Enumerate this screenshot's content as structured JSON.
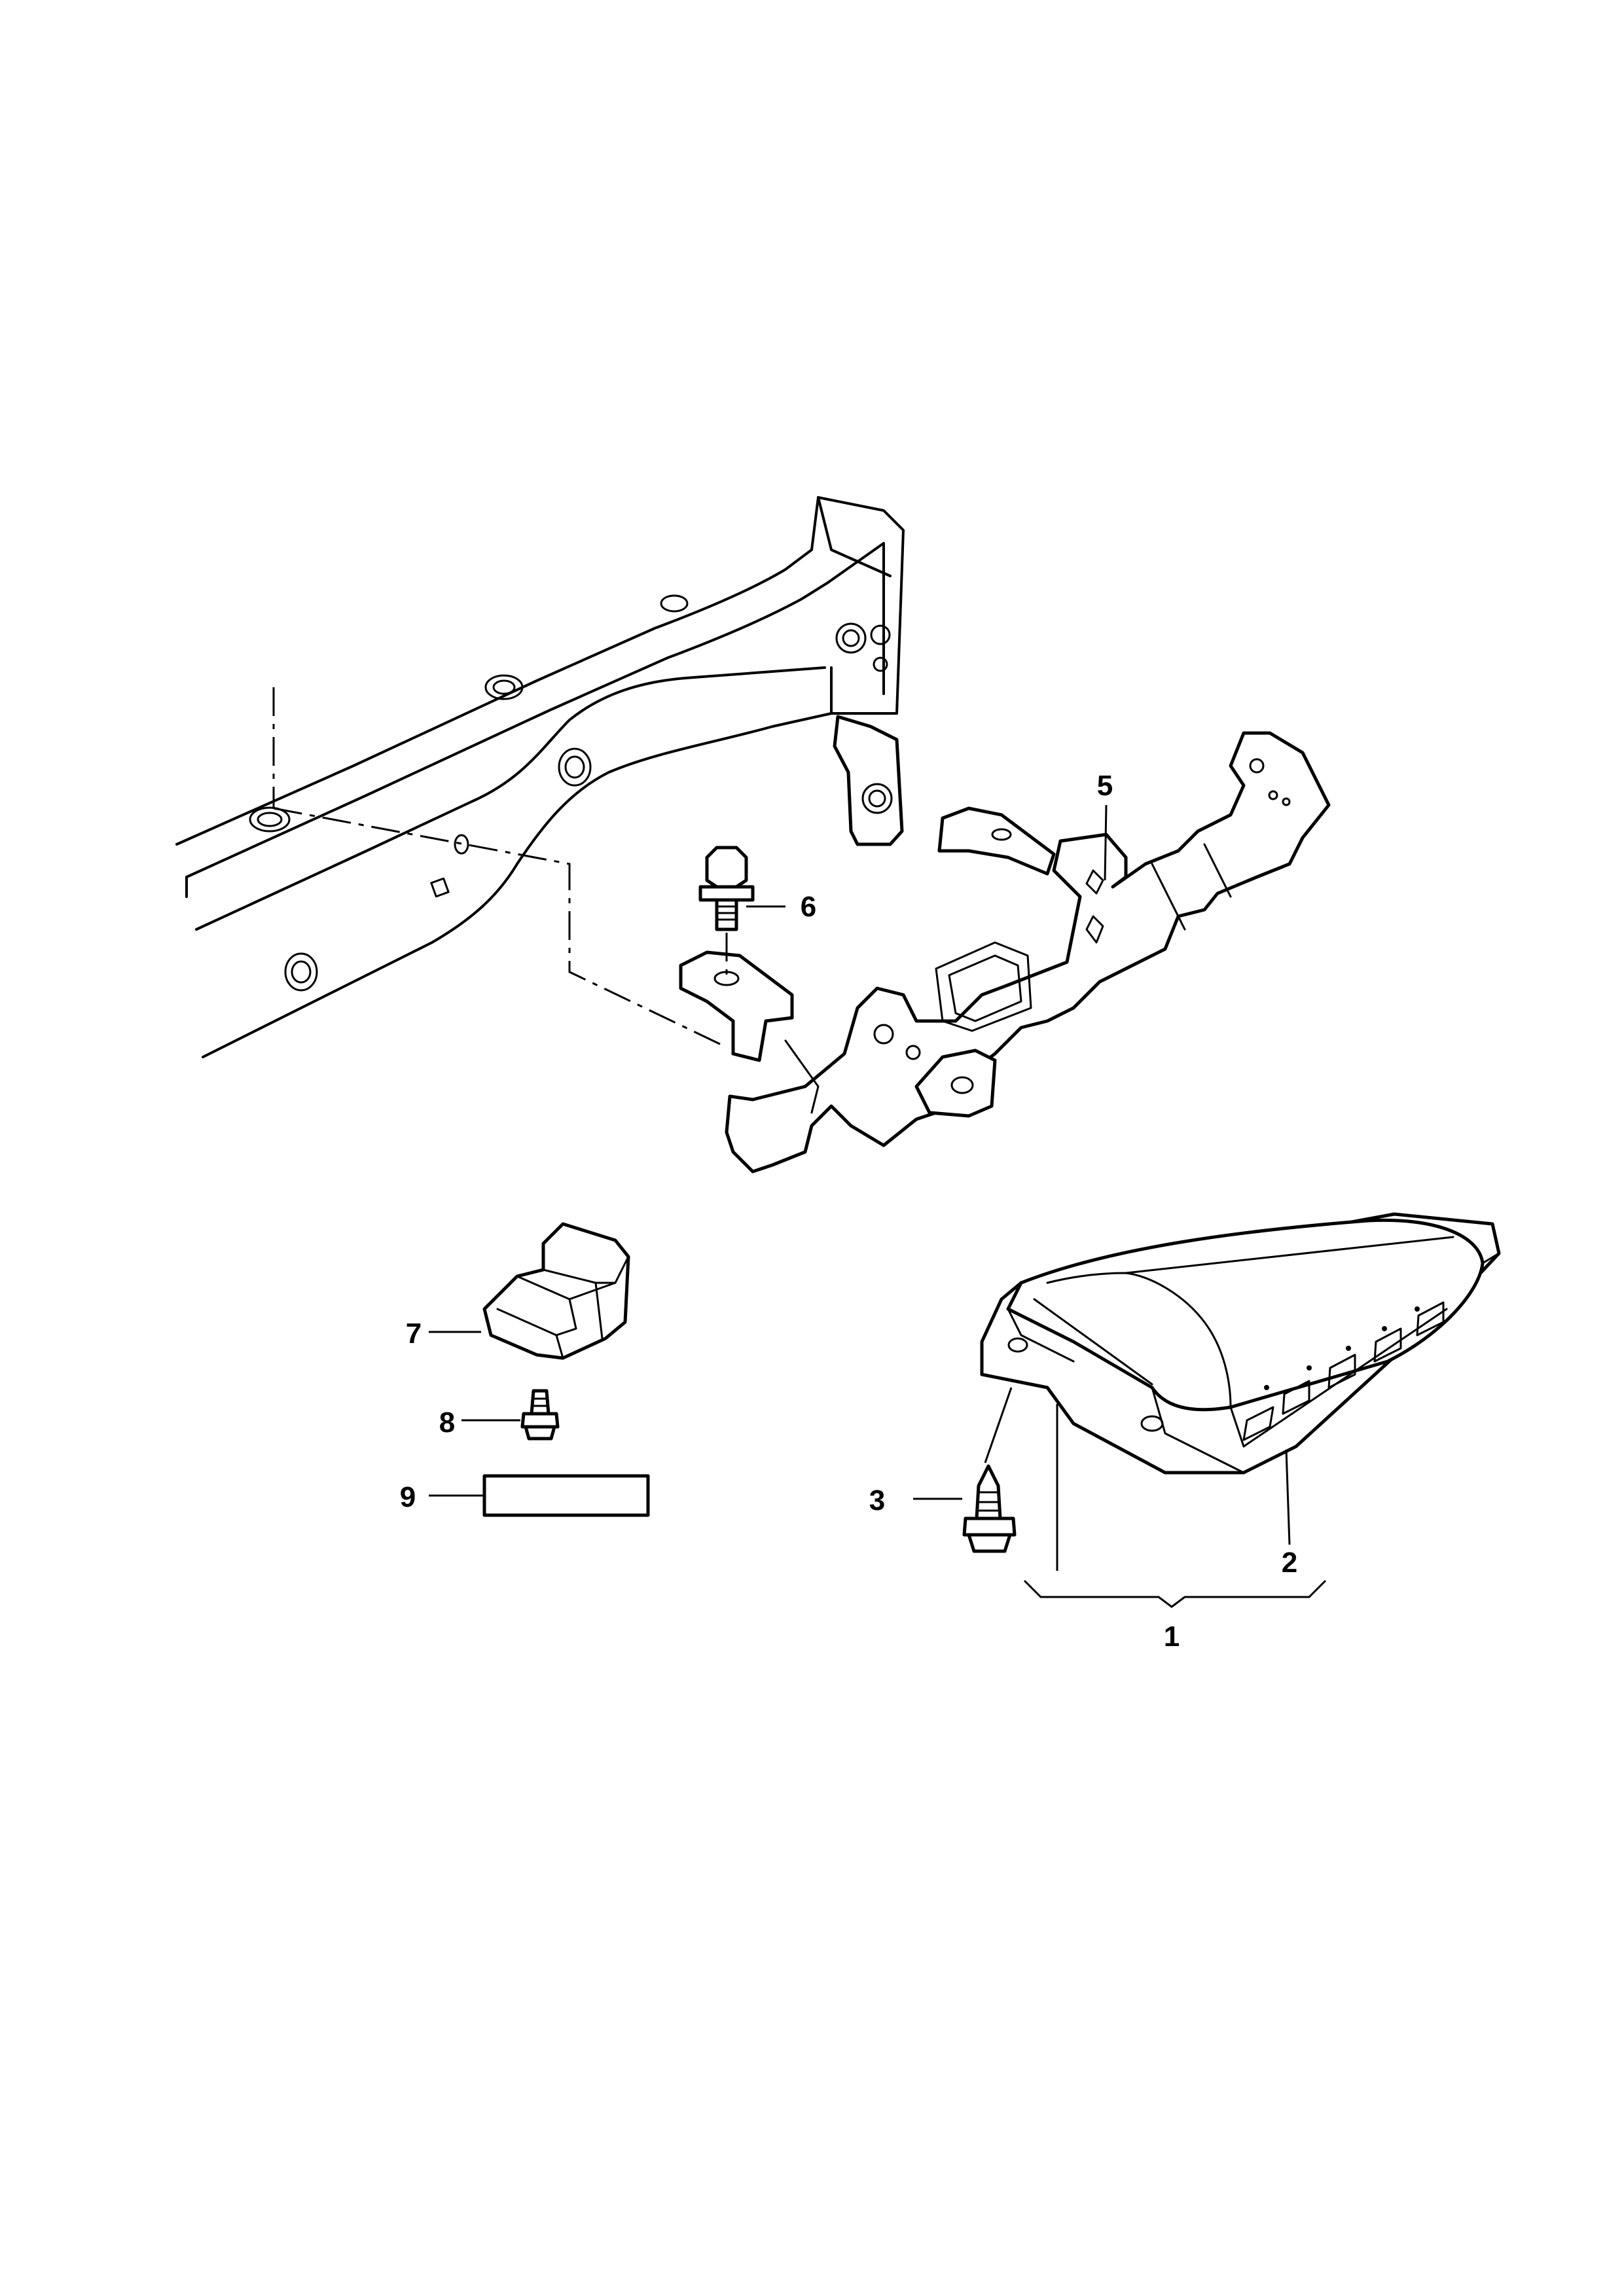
{
  "callouts": {
    "c1": "1",
    "c2": "2",
    "c3": "3",
    "c5": "5",
    "c6": "6",
    "c7": "7",
    "c8": "8",
    "c9": "9"
  },
  "colors": {
    "line": "#000000",
    "background": "#ffffff"
  }
}
